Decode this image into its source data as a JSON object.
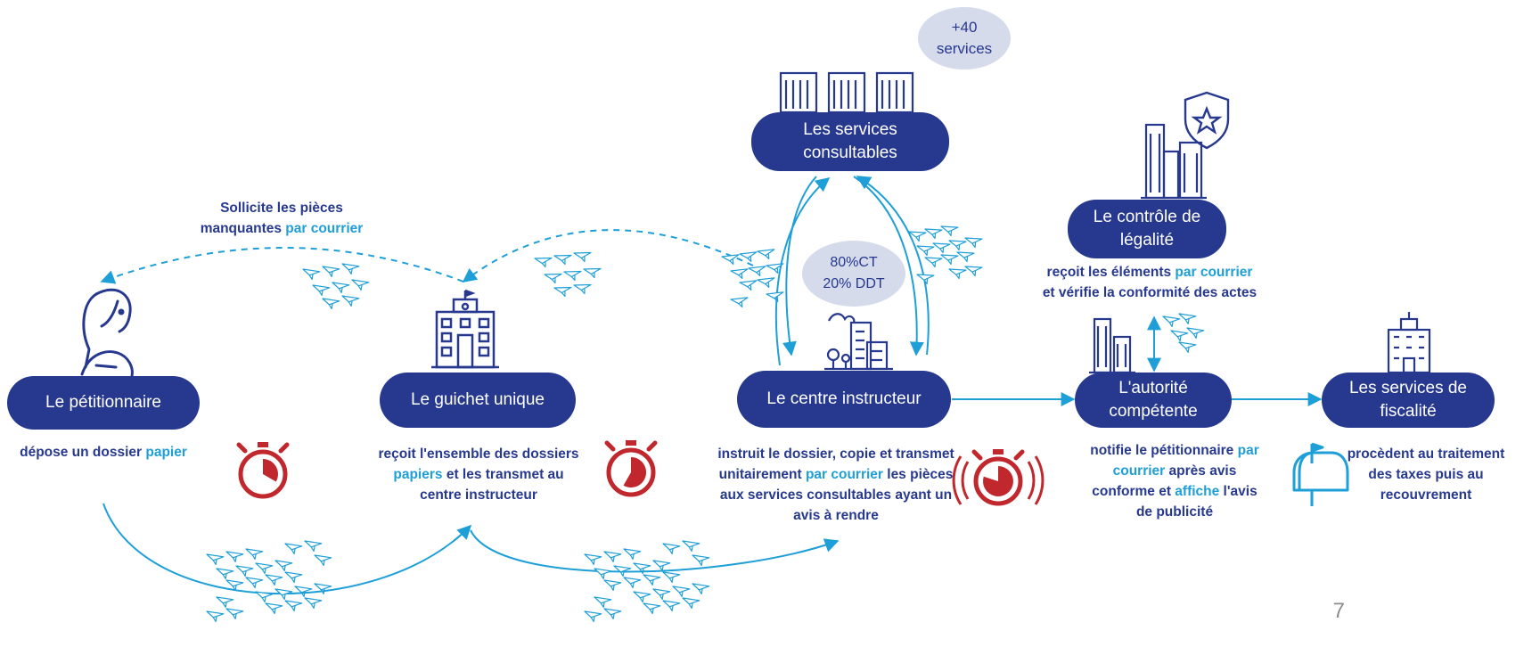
{
  "colors": {
    "navy": "#27398f",
    "blue": "#1e9fd8",
    "red": "#c0282d",
    "bubble": "#d6dbeb"
  },
  "nodes": {
    "petitionnaire": "Le pétitionnaire",
    "guichet": "Le guichet unique",
    "centre": "Le centre instructeur",
    "services_l1": "Les services",
    "services_l2": "consultables",
    "controle_l1": "Le contrôle de",
    "controle_l2": "légalité",
    "autorite_l1": "L'autorité",
    "autorite_l2": "compétente",
    "fiscalite_l1": "Les services de",
    "fiscalite_l2": "fiscalité"
  },
  "bubbles": {
    "services_count_l1": "+40",
    "services_count_l2": "services",
    "split_l1": "80%CT",
    "split_l2": "20% DDT"
  },
  "texts": {
    "sollicite_l1": "Sollicite  les pièces",
    "sollicite_l2a": "manquantes ",
    "sollicite_l2b": "par courrier",
    "petitionnaire_a": "dépose un dossier ",
    "petitionnaire_b": "papier",
    "guichet_l1": "reçoit l'ensemble des dossiers",
    "guichet_l2a": "papiers",
    "guichet_l2b": " et les transmet au",
    "guichet_l3": "centre instructeur",
    "centre_l1": "instruit le dossier, copie et transmet",
    "centre_l2a": "unitairement ",
    "centre_l2b": "par courrier",
    "centre_l2c": " les pièces",
    "centre_l3": "aux services consultables ayant un",
    "centre_l4": "avis à rendre",
    "controle_desc_l1a": "reçoit les éléments ",
    "controle_desc_l1b": "par courrier",
    "controle_desc_l2": "et vérifie la conformité des actes",
    "autorite_l1a": "notifie le pétitionnaire ",
    "autorite_l1b": "par",
    "autorite_l2a": "courrier",
    "autorite_l2b": " après avis",
    "autorite_l3a": "conforme et ",
    "autorite_l3b": "affiche",
    "autorite_l3c": " l'avis",
    "autorite_l4": "de publicité",
    "fiscalite_desc_l1": "procèdent au traitement",
    "fiscalite_desc_l2": "des taxes puis au",
    "fiscalite_desc_l3": "recouvrement"
  },
  "page_number": "7",
  "icons": [
    "person-icon",
    "town-hall-icon",
    "city-icon",
    "buildings-icon",
    "shield-star-icon",
    "office-building-icon",
    "mailbox-icon",
    "stopwatch-icon",
    "paper-plane-icon"
  ]
}
